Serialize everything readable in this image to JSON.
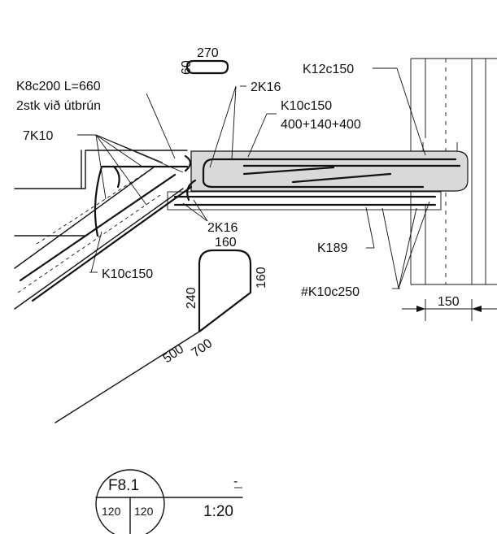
{
  "labels": {
    "hook_dim_60": "60",
    "hook_dim_270": "270",
    "k8c200": "K8c200 L=660",
    "edge_note": "2stk við útbrún",
    "k7k10": "7K10",
    "top_2k16": "2K16",
    "k10c150_top": "K10c150",
    "k10c150_dims": "400+140+400",
    "k12c150": "K12c150",
    "bottom_2k16": "2K16",
    "dim_160_top": "160",
    "k189": "K189",
    "k10c150_left": "K10c150",
    "dim_240": "240",
    "dim_160_side": "160",
    "mesh": "#K10c250",
    "dim_150": "150",
    "dim_500": "500",
    "dim_700": "700"
  },
  "title_block": {
    "detail_id": "F8.1",
    "cell_left": "120",
    "cell_right": "120",
    "scale": "1:20",
    "dash": "-"
  }
}
